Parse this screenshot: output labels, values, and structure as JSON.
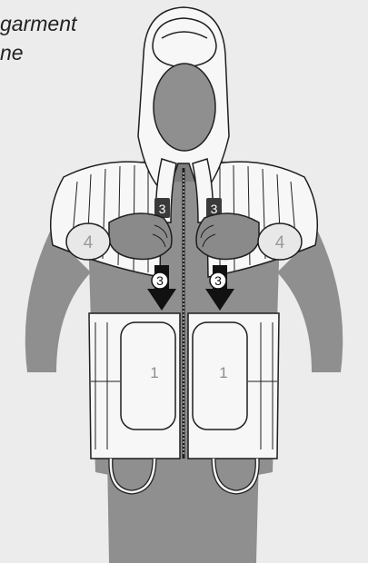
{
  "caption": {
    "line1": "garment",
    "line2": "ne"
  },
  "labels": {
    "panel_left": "1",
    "panel_right": "1",
    "shoulder_left": "4",
    "shoulder_right": "4",
    "strap_left": "3",
    "strap_right": "3",
    "arrow_left": "3",
    "arrow_right": "3"
  },
  "colors": {
    "background": "#ececec",
    "skin": "#8f8f8f",
    "skin_dark": "#7d7d7d",
    "garment": "#f7f7f7",
    "outline": "#1f1f1f"
  }
}
